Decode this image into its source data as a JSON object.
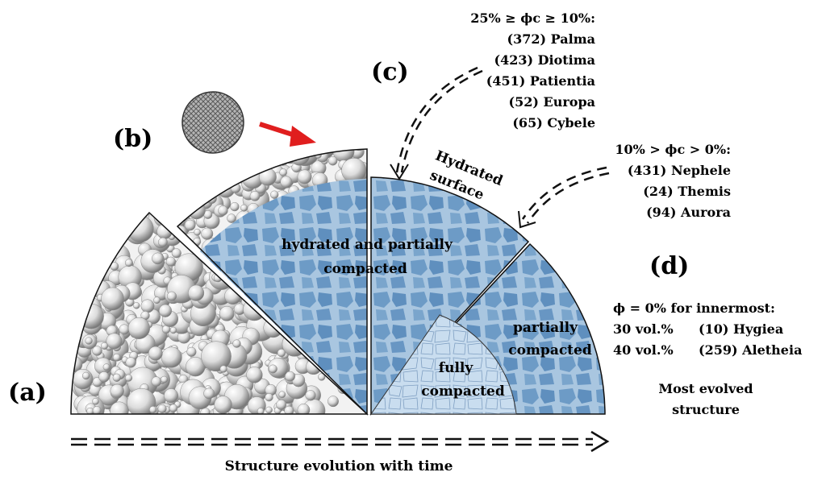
{
  "panels": {
    "a": {
      "label": "(a)"
    },
    "b": {
      "label": "(b)"
    },
    "c": {
      "label": "(c)"
    },
    "d": {
      "label": "(d)"
    }
  },
  "regions": {
    "hydrated_partial_line1": "hydrated and partially",
    "hydrated_partial_line2": "compacted",
    "hydrated_surface_line1": "Hydrated",
    "hydrated_surface_line2": "surface",
    "partially_compacted_line1": "partially",
    "partially_compacted_line2": "compacted",
    "fully_compacted_line1": "fully",
    "fully_compacted_line2": "compacted"
  },
  "group_high": {
    "heading": "25% ≥ ϕc ≥ 10%:",
    "items": [
      "(372) Palma",
      "(423) Diotima",
      "(451) Patientia",
      "(52) Europa",
      "(65) Cybele"
    ]
  },
  "group_low": {
    "heading": "10% > ϕc > 0%:",
    "items": [
      "(431) Nephele",
      "(24) Themis",
      "(94) Aurora"
    ]
  },
  "group_innermost": {
    "heading": "ϕ = 0% for innermost:",
    "rows": [
      {
        "vol": "30 vol.%",
        "name": "(10) Hygiea"
      },
      {
        "vol": "40 vol.%",
        "name": "(259) Aletheia"
      }
    ]
  },
  "most_evolved": {
    "line1": "Most evolved",
    "line2": "structure"
  },
  "caption": "Structure evolution with time",
  "colors": {
    "blue_cell": "#6d9bc6",
    "blue_grout": "#a9c6e0",
    "light_blue": "#c4d9ec",
    "arrow_red": "#e01e1e",
    "sphere_gray": "#d9d9d9"
  }
}
